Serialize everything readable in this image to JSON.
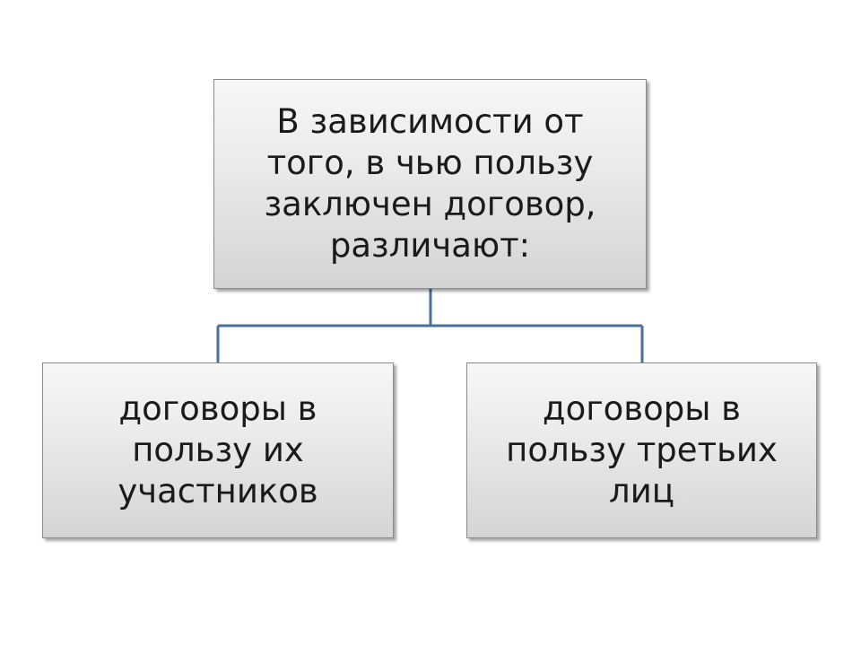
{
  "diagram": {
    "root": {
      "text": "В зависимости от\nтого, в чью пользу\nзаключен договор,\nразличают:"
    },
    "children": [
      {
        "text": "договоры в\nпользу их\nучастников"
      },
      {
        "text": "договоры в\nпользу третьих\nлиц"
      }
    ]
  },
  "colors": {
    "connector": "#4a6fa1",
    "box_border": "#8a8a8a",
    "text": "#1a1a1a"
  }
}
